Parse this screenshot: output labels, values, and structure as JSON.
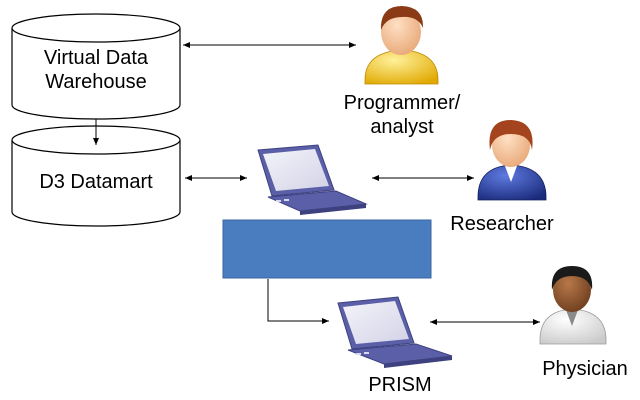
{
  "nodes": {
    "virtual_data_warehouse": {
      "line1": "Virtual Data",
      "line2": "Warehouse"
    },
    "d3_datamart": {
      "label": "D3 Datamart"
    },
    "programmer": {
      "line1": "Programmer/",
      "line2": "analyst"
    },
    "researcher": {
      "label": "Researcher"
    },
    "physician": {
      "label": "Physician"
    },
    "prism": {
      "label": "PRISM"
    }
  },
  "colors": {
    "blue_box": "#4a7dbf",
    "blue_box_border": "#3a65a0",
    "laptop_frame": "#5b5fa8",
    "laptop_screen": "#e8e8f4",
    "programmer_shirt": "#f2c200",
    "researcher_suit": "#2b3f9e",
    "physician_coat": "#f2f2f2"
  },
  "icons": [
    "database-cylinder-icon",
    "laptop-icon",
    "person-icon"
  ]
}
